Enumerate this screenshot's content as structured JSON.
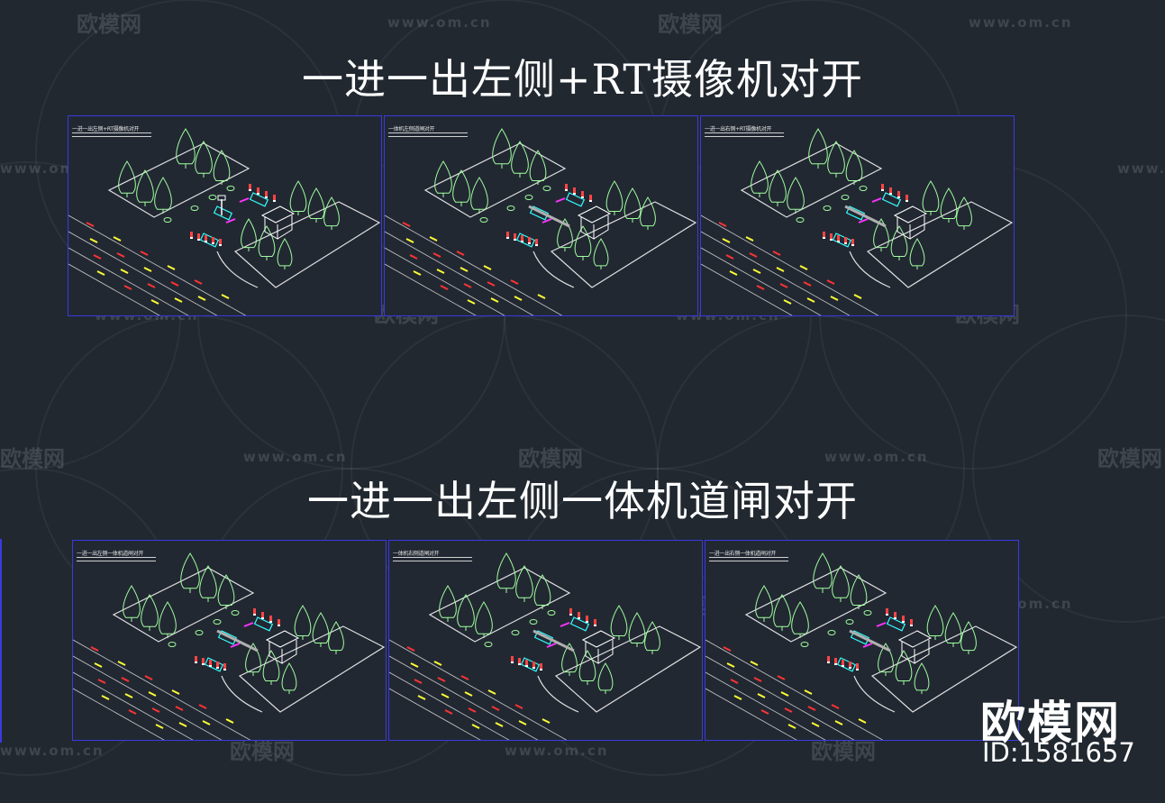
{
  "sections": [
    {
      "title": "一进一出左侧+RT摄像机对开",
      "panels": [
        {
          "caption": "一进一出左侧+RT摄像机对开"
        },
        {
          "caption": "一体机左侧道闸对开"
        },
        {
          "caption": "一进一出右侧+RT摄像机对开"
        }
      ]
    },
    {
      "title": "一进一出左侧一体机道闸对开",
      "panels": [
        {
          "caption": "一进一出左侧一体机道闸对开"
        },
        {
          "caption": "一体机右侧道闸对开"
        },
        {
          "caption": "一进一出右侧一体机道闸对开"
        }
      ]
    }
  ],
  "watermark": {
    "brand": "欧模网",
    "url": "www.om.cn"
  },
  "brand": {
    "logo": "欧模网",
    "id": "ID:1581657"
  },
  "colors": {
    "background": "#212830",
    "frame": "#3a3ae0",
    "tree": "#9fff9f",
    "lane_yellow": "#ffff33",
    "lane_red": "#ff3333",
    "car_cyan": "#33ffff",
    "marker_magenta": "#ff33ff"
  }
}
